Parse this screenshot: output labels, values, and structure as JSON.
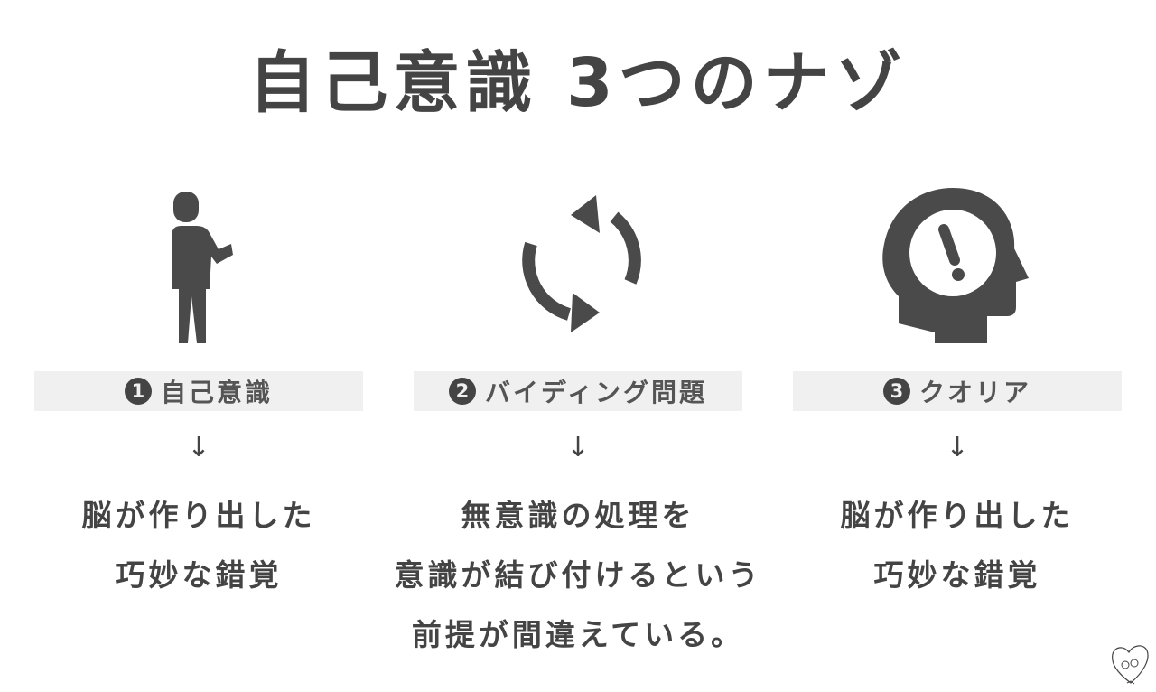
{
  "title": "自己意識 3つのナゾ",
  "columns": [
    {
      "icon": "person-pointing-icon",
      "number": "1",
      "label": "自己意識",
      "arrow": "↓",
      "lines": [
        "脳が作り出した",
        "巧妙な錯覚"
      ]
    },
    {
      "icon": "cycle-arrows-icon",
      "number": "2",
      "label": "バイディング問題",
      "arrow": "↓",
      "lines": [
        "無意識の処理を",
        "意識が結び付けるという",
        "前提が間違えている。"
      ]
    },
    {
      "icon": "head-exclamation-icon",
      "number": "3",
      "label": "クオリア",
      "arrow": "↓",
      "lines": [
        "脳が作り出した",
        "巧妙な錯覚"
      ]
    }
  ],
  "colors": {
    "text": "#444444",
    "label_bg": "#f0f0f0",
    "icon": "#4a4a4a",
    "background": "#ffffff"
  },
  "logo": "heart-face-logo"
}
